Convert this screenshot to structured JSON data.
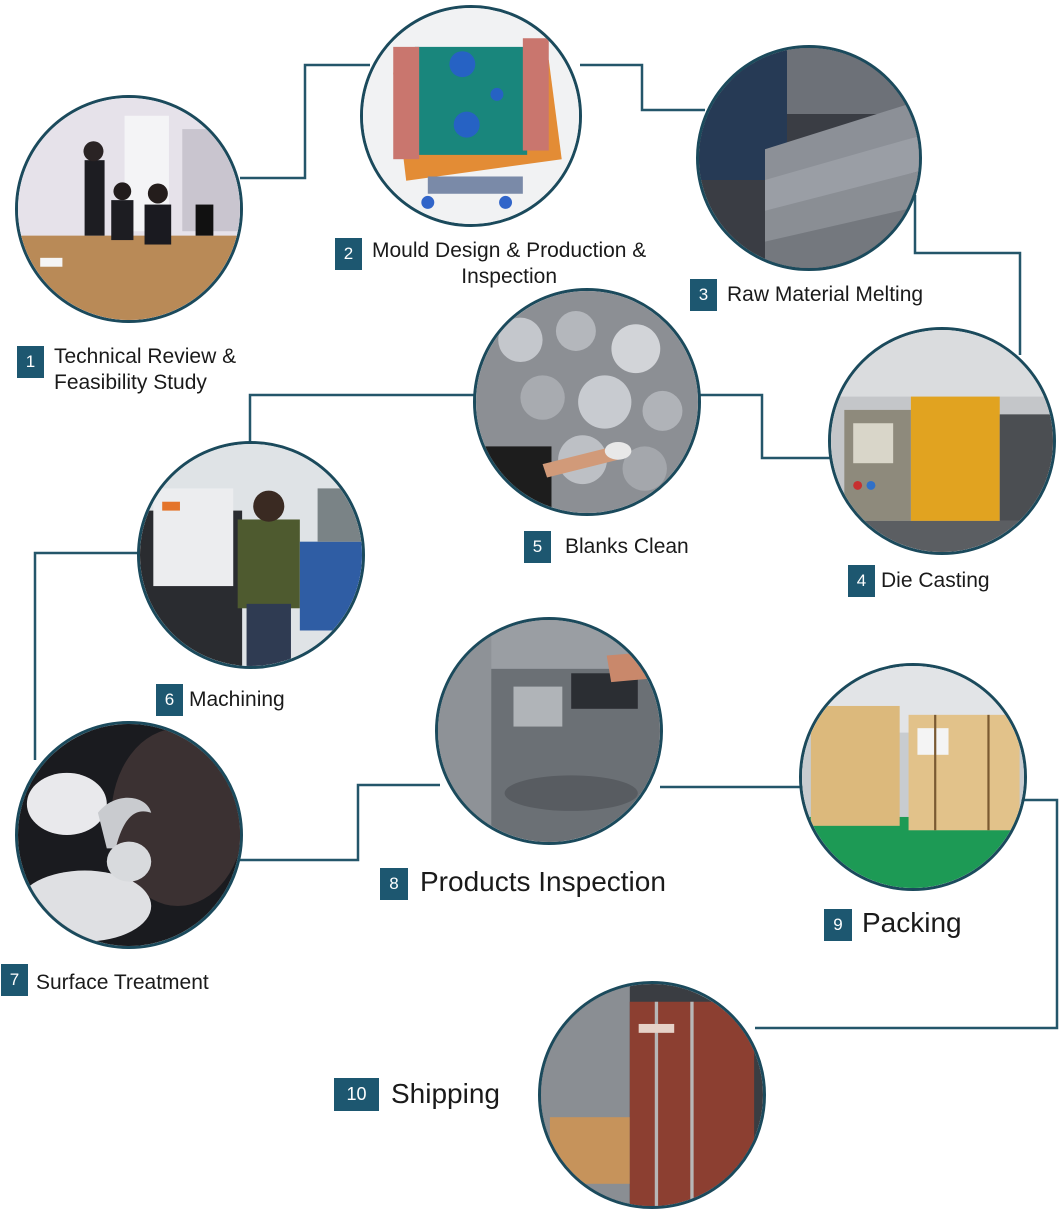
{
  "steps": [
    {
      "number": "1",
      "label": "Technical Review & Feasibility Study",
      "line1": "Technical Review &",
      "line2": "Feasibility Study"
    },
    {
      "number": "2",
      "label": "Mould Design & Production & Inspection",
      "line1": "Mould Design & Production &",
      "line2": "Inspection"
    },
    {
      "number": "3",
      "label": "Raw Material Melting"
    },
    {
      "number": "4",
      "label": "Die Casting"
    },
    {
      "number": "5",
      "label": "Blanks Clean"
    },
    {
      "number": "6",
      "label": "Machining"
    },
    {
      "number": "7",
      "label": "Surface Treatment"
    },
    {
      "number": "8",
      "label": "Products Inspection"
    },
    {
      "number": "9",
      "label": "Packing"
    },
    {
      "number": "10",
      "label": "Shipping"
    }
  ],
  "colors": {
    "accent": "#1d5770",
    "border": "#1b4a5c",
    "connector": "#24566a"
  }
}
